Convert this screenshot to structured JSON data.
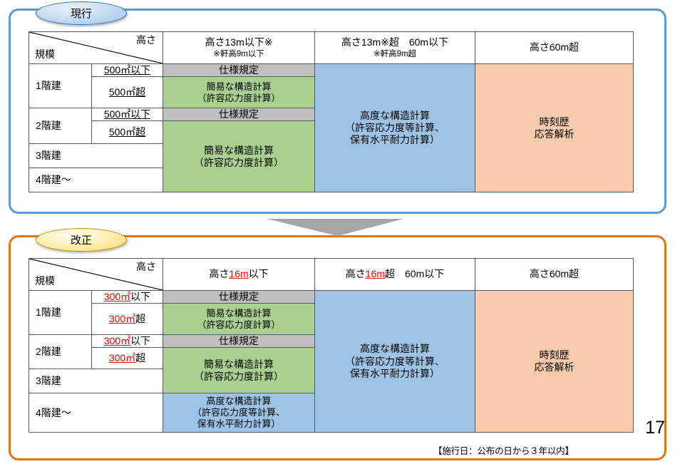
{
  "labels": {
    "current": "現行",
    "revised": "改正",
    "arrow": "down-arrow"
  },
  "colors": {
    "current_border": "#5b9bd5",
    "revised_border": "#e0751c",
    "spec_fill": "#bfbfbf",
    "simple_fill": "#a9d08e",
    "advanced_fill": "#9dc3e6",
    "timehistory_fill": "#f8cbad",
    "changed_text": "#ff0000"
  },
  "corner": {
    "scale_label": "規模",
    "height_label": "高さ"
  },
  "current_table": {
    "headers": {
      "low": "高さ13m以下※",
      "low_sub": "※軒高9m以下",
      "mid": "高さ13m※超　60m以下",
      "mid_sub": "※軒高9m超",
      "high": "高さ60m超"
    },
    "rows": [
      {
        "scale": "1階建",
        "area": "500㎡以下",
        "area_changed": false
      },
      {
        "scale": "1階建",
        "area": "500㎡超",
        "area_changed": false
      },
      {
        "scale": "2階建",
        "area": "500㎡以下",
        "area_changed": false
      },
      {
        "scale": "2階建",
        "area": "500㎡超",
        "area_changed": false
      },
      {
        "scale": "3階建",
        "area": "",
        "area_changed": false
      },
      {
        "scale": "4階建～",
        "area": "",
        "area_changed": false
      }
    ],
    "cells": {
      "spec_regulation": "仕様規定",
      "simple_calc_l1": "簡易な構造計算",
      "simple_calc_l2": "（許容応力度計算）",
      "advanced_l1": "高度な構造計算",
      "advanced_l2": "（許容応力度等計算、",
      "advanced_l3": "保有水平耐力計算）",
      "time_history_l1": "時刻歴",
      "time_history_l2": "応答解析"
    }
  },
  "revised_table": {
    "headers": {
      "low_pre": "高さ",
      "low_changed": "16m",
      "low_post": "以下",
      "mid_pre": "高さ",
      "mid_changed": "16m",
      "mid_post": "超　60m以下",
      "high": "高さ60m超"
    },
    "rows": [
      {
        "scale": "1階建",
        "area_num": "300㎡",
        "area_suffix": "以下"
      },
      {
        "scale": "1階建",
        "area_num": "300㎡",
        "area_suffix": "超"
      },
      {
        "scale": "2階建",
        "area_num": "300㎡",
        "area_suffix": "以下"
      },
      {
        "scale": "2階建",
        "area_num": "300㎡",
        "area_suffix": "超"
      },
      {
        "scale": "3階建",
        "area_num": "",
        "area_suffix": ""
      },
      {
        "scale": "4階建～",
        "area_num": "",
        "area_suffix": ""
      }
    ],
    "cells": {
      "spec_regulation": "仕様規定",
      "simple_calc_l1": "簡易な構造計算",
      "simple_calc_l2": "（許容応力度計算）",
      "advanced_l1": "高度な構造計算",
      "advanced_l2": "（許容応力度等計算、",
      "advanced_l3": "保有水平耐力計算）",
      "advanced_small_l1": "高度な構造計算",
      "advanced_small_l2": "（許容応力度等計算、",
      "advanced_small_l3": "保有水平耐力計算）",
      "time_history_l1": "時刻歴",
      "time_history_l2": "応答解析"
    }
  },
  "footer": {
    "note": "【施行日：公布の日から３年以内】",
    "page_number": "17"
  }
}
